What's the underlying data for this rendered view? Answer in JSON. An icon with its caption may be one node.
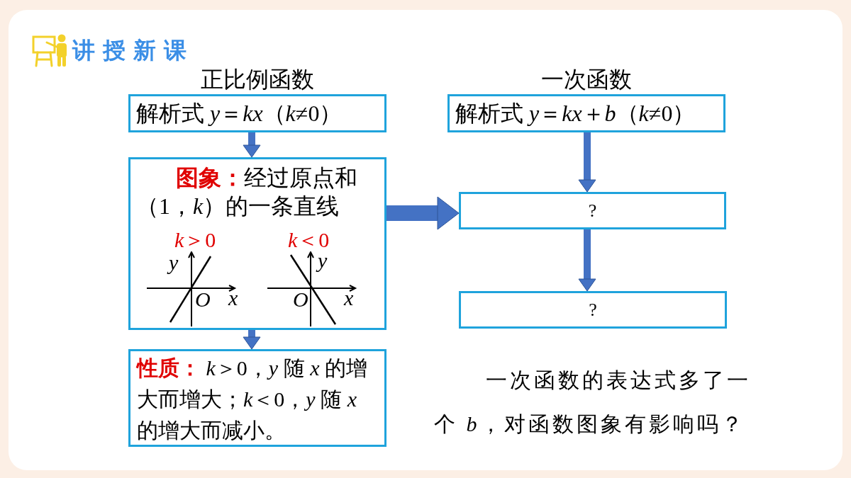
{
  "diagram": {
    "title": "讲授新课",
    "nodes": [
      {
        "text": [
          "正比例函数",
          "解析式 *y*＝*kx*（*k*≠0）"
        ]
      },
      {
        "text": [
          "**图象：**经过原点和（1，*k*）的一条直线",
          "*k*＞0",
          "*k*＜0"
        ]
      },
      {
        "text": [
          "**性质：** *k*＞0，*y* 随 *x* 的增大而增大；*k*＜0，*y* 随 *x* 的增大而减小。"
        ]
      },
      {
        "text": [
          "一次函数",
          "解析式 *y*＝*kx*＋*b*（*k*≠0）"
        ]
      },
      {
        "text": [
          "?"
        ]
      },
      {
        "text": [
          "?"
        ]
      }
    ],
    "edges": [
      {
        "from": 0,
        "to": 1,
        "arrow": "to"
      },
      {
        "from": 1,
        "to": 2,
        "arrow": "to"
      },
      {
        "from": 3,
        "to": 4,
        "arrow": "to"
      },
      {
        "from": 4,
        "to": 5,
        "arrow": "to"
      },
      {
        "from": 1,
        "to": 4,
        "arrow": "to",
        "style": "thick"
      }
    ],
    "labels": [
      "y",
      "O",
      "x",
      "y",
      "O",
      "x",
      "一次函数的表达式多了一个 *b*，对函数图象有影响吗？"
    ]
  }
}
